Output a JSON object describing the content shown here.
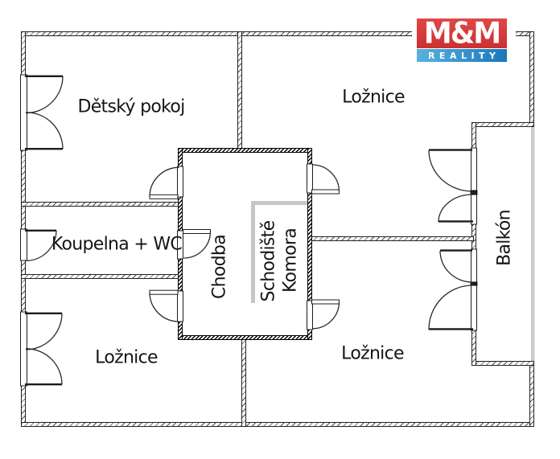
{
  "rooms": {
    "detsky_pokoj": {
      "label": "Dětský pokoj"
    },
    "loznice_top_right": {
      "label": "Ložnice"
    },
    "koupelna_wc": {
      "label": "Koupelna + WC"
    },
    "chodba": {
      "label": "Chodba"
    },
    "schodiste": {
      "label": "Schodiště"
    },
    "komora": {
      "label": "Komora"
    },
    "loznice_bottom_left": {
      "label": "Ložnice"
    },
    "loznice_bottom_right": {
      "label": "Ložnice"
    },
    "balkon": {
      "label": "Balkón"
    }
  },
  "logo": {
    "brand": "M&M",
    "subtitle": "REALITY",
    "brand_bg": "#d73c3c",
    "subtitle_bg": "#2893cd",
    "text_color": "#ffffff"
  },
  "colors": {
    "wall_line": "#1c1c1c",
    "stair_gray": "#c6c6c6",
    "railing_gray": "#cbcbcb",
    "label_text": "#151515",
    "background": "#ffffff"
  }
}
